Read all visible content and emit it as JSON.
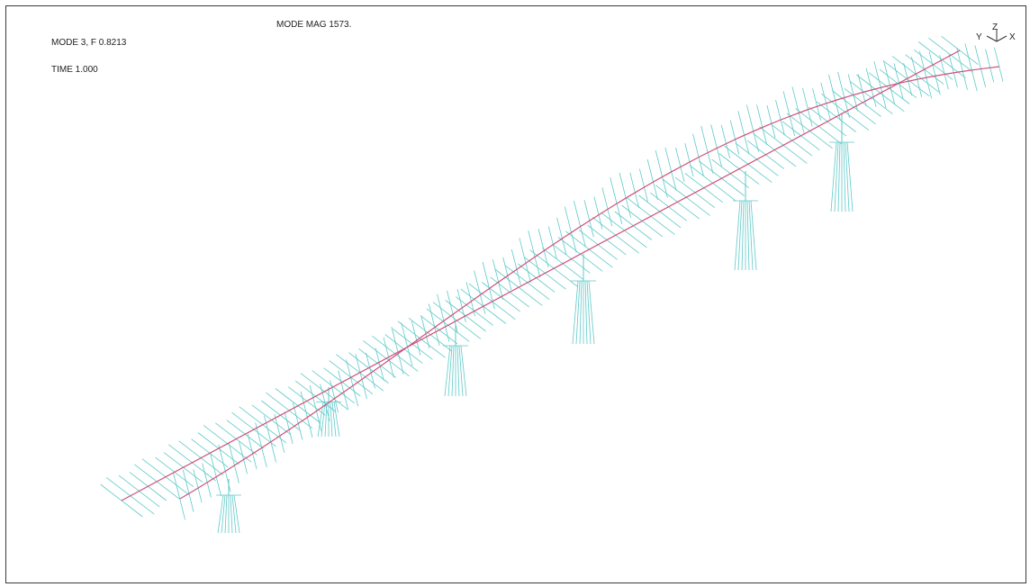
{
  "header": {
    "mode_label": "MODE 3, F 0.8213",
    "time_label": "TIME 1.000",
    "mag_label": "MODE MAG 1573."
  },
  "triad": {
    "axis_y": "Y",
    "axis_z": "Z",
    "axis_x": "X"
  },
  "colors": {
    "deck_centerline": "#d0507a",
    "mode_shape": "#5fc9c9",
    "frame": "#3a3a3a",
    "text": "#222222"
  }
}
